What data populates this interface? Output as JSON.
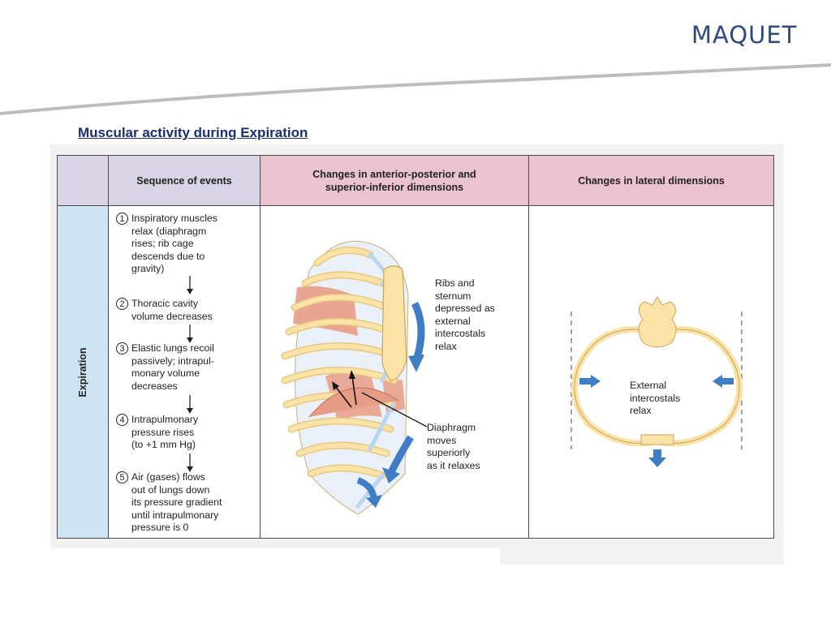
{
  "brand": {
    "logo_text": "MAQUET"
  },
  "title": "Muscular activity during Expiration",
  "table": {
    "headers": {
      "sequence": "Sequence of events",
      "ap_si": "Changes in anterior-posterior and\nsuperior-inferior dimensions",
      "lateral": "Changes in lateral dimensions"
    },
    "row_label": "Expiration",
    "steps": [
      {
        "num": "1",
        "text": "Inspiratory muscles\nrelax (diaphragm\nrises; rib cage\ndescends due to\ngravity)"
      },
      {
        "num": "2",
        "text": "Thoracic cavity\nvolume decreases"
      },
      {
        "num": "3",
        "text": "Elastic lungs recoil\npassively; intrapul-\nmonary volume\ndecreases"
      },
      {
        "num": "4",
        "text": "Intrapulmonary\npressure rises\n(to +1 mm Hg)"
      },
      {
        "num": "5",
        "text": "Air (gases) flows\nout of lungs down\nits pressure gradient\nuntil intrapulmonary\npressure is 0"
      }
    ],
    "ap_labels": {
      "ribs": "Ribs and\nsternum\ndepressed as\nexternal\nintercostals\nrelax",
      "diaphragm": "Diaphragm\nmoves\nsuperiorly\nas it relaxes"
    },
    "lateral_label": "External\nintercostals\nrelax"
  },
  "colors": {
    "brand": "#2f4a7a",
    "title": "#1c2f6b",
    "header_lavender": "#d9d3e6",
    "header_pink": "#ebc2cf",
    "side_blue": "#cfe4f2",
    "bone": "#fbe3a8",
    "cartilage": "#b9d6ee",
    "muscle": "#e79c86",
    "arrow_blue": "#3f7ec4"
  }
}
